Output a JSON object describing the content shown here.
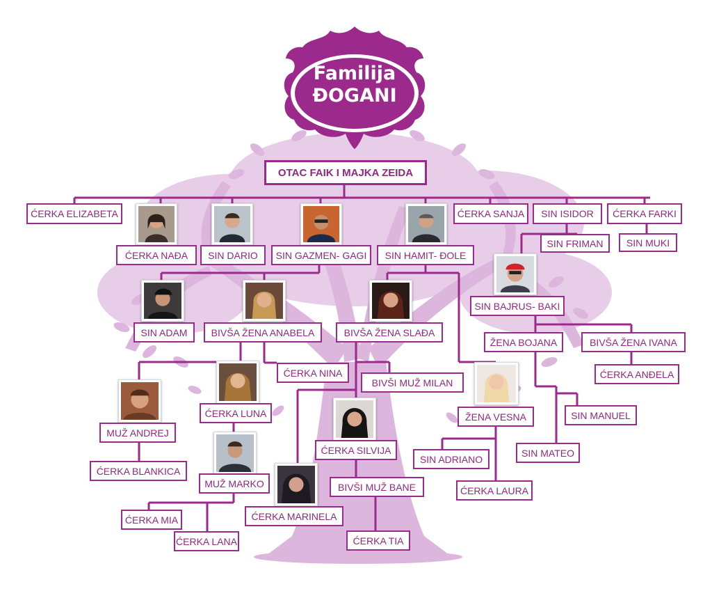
{
  "title": {
    "line1": "Familija",
    "line2": "ĐOGANI"
  },
  "colors": {
    "accent": "#9b2a8c",
    "text": "#92287f",
    "tree": "#dcb6dc",
    "tree_light": "#e8cde8"
  },
  "nodes": {
    "parents": "OTAC FAIK I MAJKA ZEIDA",
    "elizabeta": "ĆERKA ELIZABETA",
    "nadja": "ĆERKA  NAĐA",
    "dario": "SIN DARIO",
    "gazmen": "SIN GAZMEN- GAGI",
    "hamit": "SIN HAMIT- ĐOLE",
    "sanja": "ĆERKA SANJA",
    "isidor": "SIN ISIDOR",
    "farki": "ĆERKA FARKI",
    "friman": "SIN FRIMAN",
    "muki": "SIN MUKI",
    "bajrus": "SIN BAJRUS- BAKI",
    "adam": "SIN ADAM",
    "anabela": "BIVŠA ŽENA ANABELA",
    "slada": "BIVŠA ŽENA SLAĐA",
    "bojana": "ŽENA BOJANA",
    "ivana": "BIVŠA ŽENA IVANA",
    "nina": "ĆERKA NINA",
    "milan": "BIVŠI MUŽ MILAN",
    "andjela": "ĆERKA ANĐELA",
    "andrej": "MUŽ ANDREJ",
    "luna": "ĆERKA LUNA",
    "vesna": "ŽENA VESNA",
    "manuel": "SIN MANUEL",
    "silvija": "ĆERKA SILVIJA",
    "adriano": "SIN ADRIANO",
    "mateo": "SIN MATEO",
    "blankica": "ĆERKA BLANKICA",
    "marko": "MUŽ MARKO",
    "bane": "BIVŠI MUŽ BANE",
    "laura": "ĆERKA LAURA",
    "mia": "ĆERKA MIA",
    "marinela": "ĆERKA MARINELA",
    "lana": "ĆERKA LANA",
    "tia": "ĆERKA TIA"
  }
}
